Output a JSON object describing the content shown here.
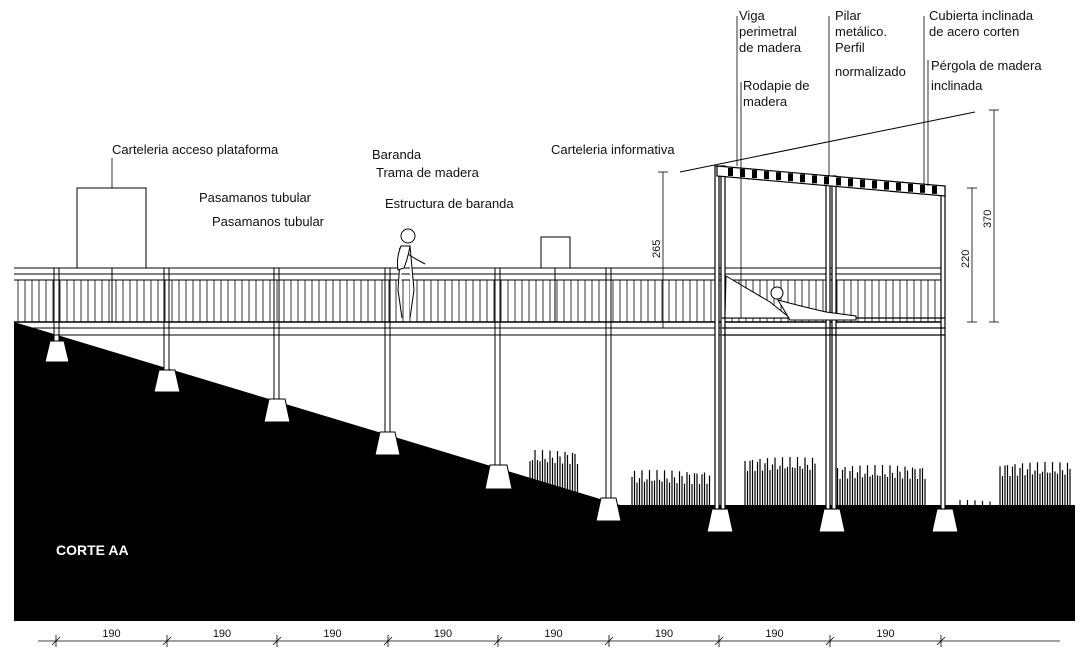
{
  "title": "CORTE AA",
  "labels": {
    "carteleria_acceso": "Carteleria acceso plataforma",
    "pasamanos_1": "Pasamanos tubular",
    "pasamanos_2": "Pasamanos tubular",
    "baranda": "Baranda",
    "trama": "Trama  de madera",
    "estructura": "Estructura de baranda",
    "carteleria_info": "Carteleria informativa",
    "viga": [
      "Viga",
      "perimetral",
      "de madera"
    ],
    "rodapie": [
      "Rodapie de",
      "madera"
    ],
    "pilar": [
      "Pilar",
      "metálico.",
      "Perfil",
      "normalizado"
    ],
    "cubierta": [
      "Cubierta inclinada",
      "de acero corten"
    ],
    "pergola": [
      "Pérgola de madera",
      "inclinada"
    ]
  },
  "dimensions": {
    "vertical": [
      "265",
      "220",
      "370"
    ],
    "bottom": [
      "190",
      "190",
      "190",
      "190",
      "190",
      "190",
      "190",
      "190"
    ]
  },
  "colors": {
    "ground": "#000000",
    "line": "#111111",
    "paper": "#ffffff"
  }
}
